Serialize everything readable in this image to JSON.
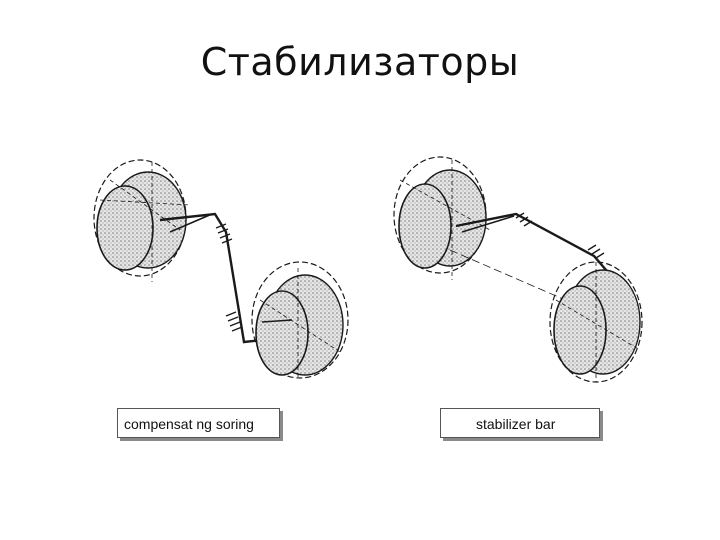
{
  "slide": {
    "title": "Стабилизаторы"
  },
  "figures": [
    {
      "caption": "compensat ng soring"
    },
    {
      "caption": "stabilizer bar"
    }
  ],
  "colors": {
    "stroke": "#1a1a1a",
    "wheel_fill": "#d8d8d8",
    "caption_shadow": "#8a8a8a"
  }
}
